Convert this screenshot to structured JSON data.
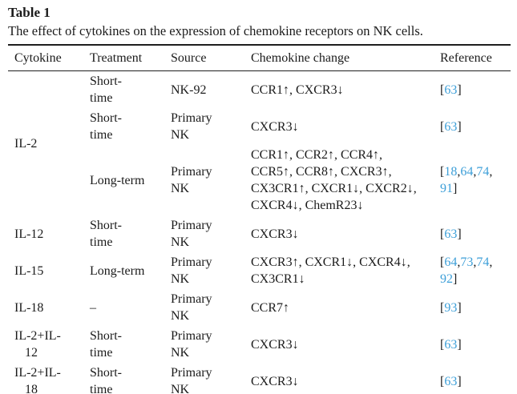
{
  "title": "Table 1",
  "caption": "The effect of cytokines on the expression of chemokine receptors on NK cells.",
  "colors": {
    "citation_link_blue": "#3d9fd8",
    "body_text": "#1b1b1b",
    "rule": "#1e1e1e",
    "background": "#ffffff"
  },
  "table": {
    "headers": [
      "Cytokine",
      "Treatment",
      "Source",
      "Chemokine change",
      "Reference"
    ],
    "rows": [
      {
        "cytokine": "IL-2",
        "cytokine_rowspan": 3,
        "treatment": "Short-\ntime",
        "source": "NK-92",
        "change": "CCR1↑, CXCR3↓",
        "reference": [
          {
            "t": "["
          },
          {
            "t": "63",
            "link": true
          },
          {
            "t": "]"
          }
        ]
      },
      {
        "treatment": "Short-\ntime",
        "source": "Primary\nNK",
        "change": "CXCR3↓",
        "reference": [
          {
            "t": "["
          },
          {
            "t": "63",
            "link": true
          },
          {
            "t": "]"
          }
        ]
      },
      {
        "treatment": "Long-term",
        "source": "Primary\nNK",
        "change": "CCR1↑, CCR2↑, CCR4↑,\nCCR5↑, CCR8↑, CXCR3↑,\nCX3CR1↑, CXCR1↓, CXCR2↓,\nCXCR4↓, ChemR23↓",
        "reference": [
          {
            "t": "["
          },
          {
            "t": "18",
            "link": true
          },
          {
            "t": ","
          },
          {
            "t": "64",
            "link": true
          },
          {
            "t": ","
          },
          {
            "t": "74",
            "link": true
          },
          {
            "t": ",\n"
          },
          {
            "t": "91",
            "link": true
          },
          {
            "t": "]"
          }
        ]
      },
      {
        "cytokine": "IL-12",
        "treatment": "Short-\ntime",
        "source": "Primary\nNK",
        "change": "CXCR3↓",
        "reference": [
          {
            "t": "["
          },
          {
            "t": "63",
            "link": true
          },
          {
            "t": "]"
          }
        ]
      },
      {
        "cytokine": "IL-15",
        "treatment": "Long-term",
        "source": "Primary\nNK",
        "change": "CXCR3↑, CXCR1↓, CXCR4↓,\nCX3CR1↓",
        "reference": [
          {
            "t": "["
          },
          {
            "t": "64",
            "link": true
          },
          {
            "t": ","
          },
          {
            "t": "73",
            "link": true
          },
          {
            "t": ","
          },
          {
            "t": "74",
            "link": true
          },
          {
            "t": ",\n"
          },
          {
            "t": "92",
            "link": true
          },
          {
            "t": "]"
          }
        ]
      },
      {
        "cytokine": "IL-18",
        "treatment": "–",
        "source": "Primary\nNK",
        "change": "CCR7↑",
        "reference": [
          {
            "t": "["
          },
          {
            "t": "93",
            "link": true
          },
          {
            "t": "]"
          }
        ]
      },
      {
        "cytokine": "IL-2+IL-\n12",
        "treatment": "Short-\ntime",
        "source": "Primary\nNK",
        "change": "CXCR3↓",
        "reference": [
          {
            "t": "["
          },
          {
            "t": "63",
            "link": true
          },
          {
            "t": "]"
          }
        ]
      },
      {
        "cytokine": "IL-2+IL-\n18",
        "treatment": "Short-\ntime",
        "source": "Primary\nNK",
        "change": "CXCR3↓",
        "reference": [
          {
            "t": "["
          },
          {
            "t": "63",
            "link": true
          },
          {
            "t": "]"
          }
        ]
      }
    ]
  }
}
